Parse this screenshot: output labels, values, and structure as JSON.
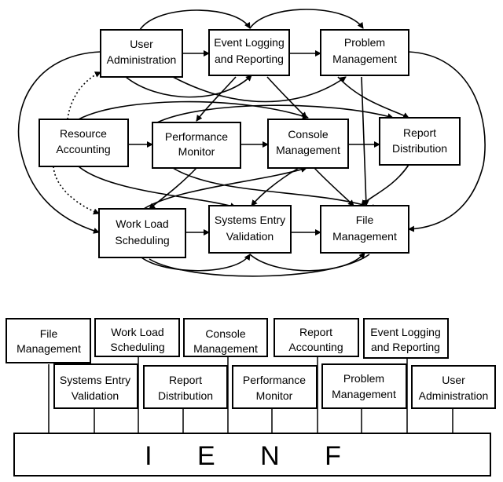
{
  "top_diagram": {
    "nodes": [
      {
        "id": "user-admin",
        "lines": [
          "User",
          "Administration"
        ]
      },
      {
        "id": "event-logging",
        "lines": [
          "Event Logging",
          "and Reporting"
        ]
      },
      {
        "id": "problem-mgmt",
        "lines": [
          "Problem",
          "Management"
        ]
      },
      {
        "id": "resource-acct",
        "lines": [
          "Resource",
          "Accounting"
        ]
      },
      {
        "id": "performance-mon",
        "lines": [
          "Performance",
          "Monitor"
        ]
      },
      {
        "id": "console-mgmt",
        "lines": [
          "Console",
          "Management"
        ]
      },
      {
        "id": "report-dist",
        "lines": [
          "Report",
          "Distribution"
        ]
      },
      {
        "id": "workload-sched",
        "lines": [
          "Work Load",
          "Scheduling"
        ]
      },
      {
        "id": "sys-entry",
        "lines": [
          "Systems Entry",
          "Validation"
        ]
      },
      {
        "id": "file-mgmt",
        "lines": [
          "File",
          "Management"
        ]
      }
    ]
  },
  "bottom_diagram": {
    "upper_row": [
      {
        "id": "b-file-mgmt",
        "lines": [
          "File",
          "Management"
        ]
      },
      {
        "id": "b-workload",
        "lines": [
          "Work Load",
          "Scheduling"
        ]
      },
      {
        "id": "b-console",
        "lines": [
          "Console",
          "Management"
        ]
      },
      {
        "id": "b-report-acct",
        "lines": [
          "Report",
          "Accounting"
        ]
      },
      {
        "id": "b-event-logging",
        "lines": [
          "Event Logging",
          "and Reporting"
        ]
      }
    ],
    "lower_row": [
      {
        "id": "b-sys-entry",
        "lines": [
          "Systems Entry",
          "Validation"
        ]
      },
      {
        "id": "b-report-dist",
        "lines": [
          "Report",
          "Distribution"
        ]
      },
      {
        "id": "b-perf-mon",
        "lines": [
          "Performance",
          "Monitor"
        ]
      },
      {
        "id": "b-problem",
        "lines": [
          "Problem",
          "Management"
        ]
      },
      {
        "id": "b-user-admin",
        "lines": [
          "User",
          "Administration"
        ]
      }
    ],
    "bus_label": "I E N F"
  }
}
